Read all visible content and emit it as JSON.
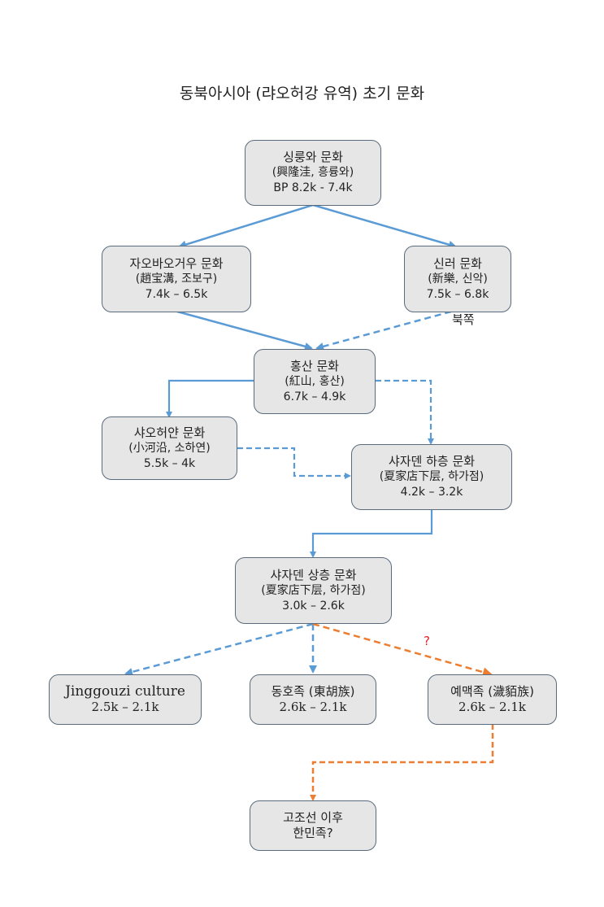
{
  "title": "동북아시아 (랴오허강 유역) 초기 문화",
  "colors": {
    "node_fill": "#e6e6e6",
    "node_border": "#5a6b7d",
    "edge_blue": "#5b9bd5",
    "edge_orange": "#ed7d31",
    "question_red": "#e8202a"
  },
  "nodes": {
    "xinglongwa": {
      "name": "싱룽와 문화",
      "hanja": "(興隆洼, 흥륭와)",
      "dates": "BP 8.2k - 7.4k"
    },
    "zhaobaogou": {
      "name": "자오바오거우 문화",
      "hanja": "(趙宝溝, 조보구)",
      "dates": "7.4k – 6.5k"
    },
    "xinle": {
      "name": "신러 문화",
      "hanja": "(新樂, 신악)",
      "dates": "7.5k – 6.8k"
    },
    "hongshan": {
      "name": "홍산 문화",
      "hanja": "(紅山, 홍산)",
      "dates": "6.7k – 4.9k"
    },
    "xiaoheyan": {
      "name": "샤오허얀 문화",
      "hanja": "(小河沿, 소하연)",
      "dates": "5.5k – 4k"
    },
    "lower_xiajiadian": {
      "name": "샤자덴 하층 문화",
      "hanja": "(夏家店下层, 하가점)",
      "dates": "4.2k – 3.2k"
    },
    "upper_xiajiadian": {
      "name": "샤자덴 상층 문화",
      "hanja": "(夏家店下层, 하가점)",
      "dates": "3.0k – 2.6k"
    },
    "jinggouzi": {
      "name": "Jinggouzi culture",
      "dates": "2.5k – 2.1k"
    },
    "donghu": {
      "name": "동호족 (東胡族)",
      "dates": "2.6k – 2.1k"
    },
    "yemaek": {
      "name": "예맥족 (濊貊族)",
      "dates": "2.6k – 2.1k"
    },
    "gojoseon": {
      "name": "고조선 이후",
      "name2": "한민족?"
    }
  },
  "annotations": {
    "north": "북쪽",
    "question": "?"
  },
  "edges": [
    {
      "from": "xinglongwa",
      "to": "zhaobaogou",
      "style": "solid",
      "color": "blue"
    },
    {
      "from": "xinglongwa",
      "to": "xinle",
      "style": "solid",
      "color": "blue"
    },
    {
      "from": "zhaobaogou",
      "to": "hongshan",
      "style": "solid",
      "color": "blue"
    },
    {
      "from": "xinle",
      "to": "hongshan",
      "style": "dashed",
      "color": "blue"
    },
    {
      "from": "hongshan",
      "to": "xiaoheyan",
      "style": "solid",
      "color": "blue"
    },
    {
      "from": "hongshan",
      "to": "lower_xiajiadian",
      "style": "dashed",
      "color": "blue"
    },
    {
      "from": "xiaoheyan",
      "to": "lower_xiajiadian",
      "style": "dashed",
      "color": "blue"
    },
    {
      "from": "lower_xiajiadian",
      "to": "upper_xiajiadian",
      "style": "solid",
      "color": "blue"
    },
    {
      "from": "upper_xiajiadian",
      "to": "jinggouzi",
      "style": "dashed",
      "color": "blue"
    },
    {
      "from": "upper_xiajiadian",
      "to": "donghu",
      "style": "dashed",
      "color": "blue"
    },
    {
      "from": "upper_xiajiadian",
      "to": "yemaek",
      "style": "dashed",
      "color": "orange"
    },
    {
      "from": "yemaek",
      "to": "gojoseon",
      "style": "dashed",
      "color": "orange"
    }
  ]
}
